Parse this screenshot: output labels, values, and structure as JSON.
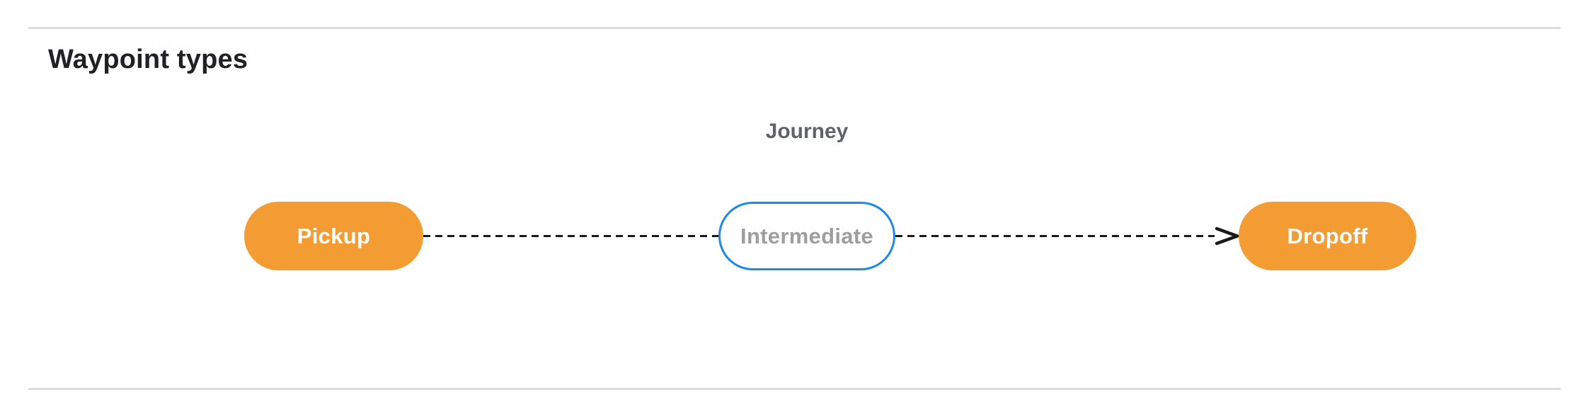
{
  "section": {
    "title": "Waypoint types"
  },
  "diagram": {
    "title": "Journey",
    "nodes": [
      {
        "id": "pickup",
        "label": "Pickup",
        "kind": "terminal"
      },
      {
        "id": "intermediate",
        "label": "Intermediate",
        "kind": "intermediate"
      },
      {
        "id": "dropoff",
        "label": "Dropoff",
        "kind": "terminal"
      }
    ],
    "connector": {
      "style": "dashed",
      "direction": "left-to-right",
      "from": "Pickup",
      "through": "Intermediate",
      "to": "Dropoff",
      "arrowhead": "at-dropoff"
    }
  },
  "colors": {
    "heading": "#202124",
    "journey_label": "#5f6368",
    "terminal_fill": "#f39c33",
    "terminal_text": "#ffffff",
    "intermediate_border": "#1e88e5",
    "intermediate_fill": "#ffffff",
    "intermediate_text": "#9e9e9e",
    "connector": "#1a1a1a",
    "divider": "#dadce0",
    "page_bg": "#ffffff"
  }
}
